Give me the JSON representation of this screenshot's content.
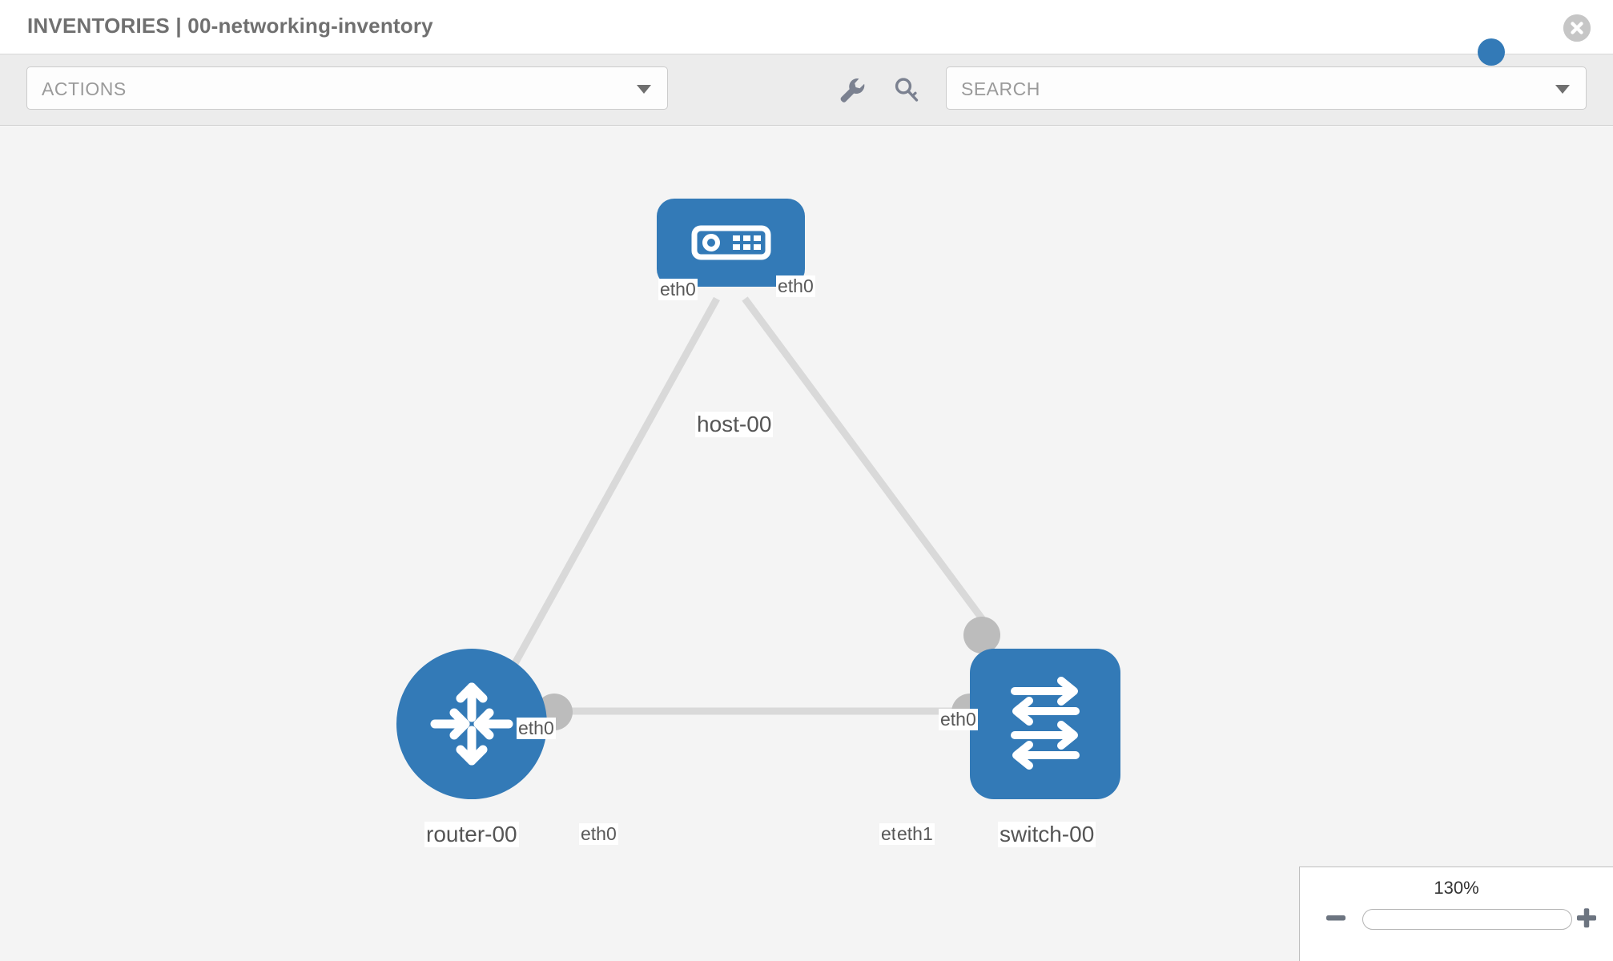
{
  "header": {
    "title": "INVENTORIES | 00-networking-inventory",
    "close_icon": "close-circle-icon"
  },
  "toolbar": {
    "actions_label": "ACTIONS",
    "actions_caret_icon": "chevron-down-icon",
    "wrench_icon": "wrench-icon",
    "key_icon": "key-icon",
    "search_placeholder": "SEARCH",
    "search_value": "",
    "search_caret_icon": "chevron-down-icon"
  },
  "topology": {
    "nodes": [
      {
        "id": "host-00",
        "label": "host-00",
        "type": "host",
        "icon": "server-icon",
        "color": "#337ab7",
        "shape": "rounded-rect"
      },
      {
        "id": "router-00",
        "label": "router-00",
        "type": "router",
        "icon": "four-arrows-icon",
        "color": "#337ab7",
        "shape": "circle"
      },
      {
        "id": "switch-00",
        "label": "switch-00",
        "type": "switch",
        "icon": "switch-arrows-icon",
        "color": "#337ab7",
        "shape": "rounded-square"
      }
    ],
    "links": [
      {
        "source": "host-00",
        "target": "router-00",
        "source_iface": "eth0",
        "target_iface": "eth0"
      },
      {
        "source": "host-00",
        "target": "switch-00",
        "source_iface": "eth0",
        "target_iface": "eth0"
      },
      {
        "source": "router-00",
        "target": "switch-00",
        "source_iface": "eth0",
        "target_iface": "eth1"
      }
    ],
    "iface_labels": {
      "host_left": "eth0",
      "host_right": "eth0",
      "router_up": "eth0",
      "switch_up": "eth0",
      "router_right": "eth0",
      "switch_left_under": "eth0",
      "switch_left": "eth1"
    },
    "link_color": "#d9d9d9",
    "connector_color": "#bcbcbc"
  },
  "zoom_control": {
    "value_label": "130%",
    "minus_icon": "minus-icon",
    "plus_icon": "plus-icon",
    "slider_percent": 130,
    "accent_color": "#337ab7"
  }
}
